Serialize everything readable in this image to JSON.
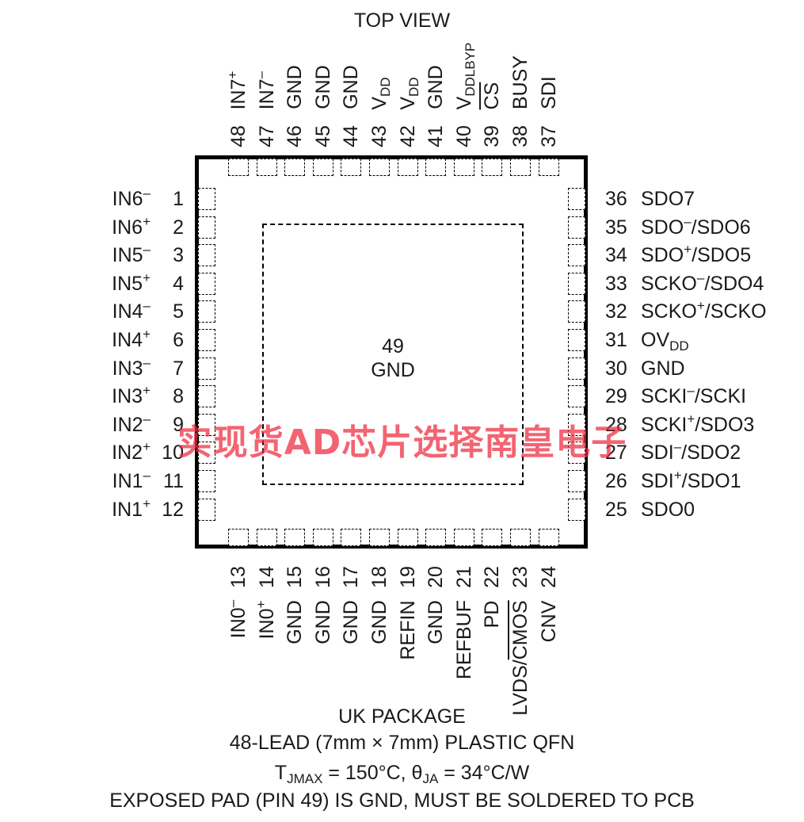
{
  "view_title": "TOP VIEW",
  "exposed_pad": {
    "number": "49",
    "name": "GND"
  },
  "left_pins": [
    {
      "num": "1",
      "base": "IN6",
      "sup": "–"
    },
    {
      "num": "2",
      "base": "IN6",
      "sup": "+"
    },
    {
      "num": "3",
      "base": "IN5",
      "sup": "–"
    },
    {
      "num": "4",
      "base": "IN5",
      "sup": "+"
    },
    {
      "num": "5",
      "base": "IN4",
      "sup": "–"
    },
    {
      "num": "6",
      "base": "IN4",
      "sup": "+"
    },
    {
      "num": "7",
      "base": "IN3",
      "sup": "–"
    },
    {
      "num": "8",
      "base": "IN3",
      "sup": "+"
    },
    {
      "num": "9",
      "base": "IN2",
      "sup": "–"
    },
    {
      "num": "10",
      "base": "IN2",
      "sup": "+"
    },
    {
      "num": "11",
      "base": "IN1",
      "sup": "–"
    },
    {
      "num": "12",
      "base": "IN1",
      "sup": "+"
    }
  ],
  "right_pins": [
    {
      "num": "36",
      "base": "SDO7"
    },
    {
      "num": "35",
      "base": "SDO",
      "sup": "–",
      "rest": "/SDO6"
    },
    {
      "num": "34",
      "base": "SDO",
      "sup": "+",
      "rest": "/SDO5"
    },
    {
      "num": "33",
      "base": "SCKO",
      "sup": "–",
      "rest": "/SDO4"
    },
    {
      "num": "32",
      "base": "SCKO",
      "sup": "+",
      "rest": "/SCKO"
    },
    {
      "num": "31",
      "base": "OV",
      "sub": "DD"
    },
    {
      "num": "30",
      "base": "GND"
    },
    {
      "num": "29",
      "base": "SCKI",
      "sup": "–",
      "rest": "/SCKI"
    },
    {
      "num": "28",
      "base": "SCKI",
      "sup": "+",
      "rest": "/SDO3"
    },
    {
      "num": "27",
      "base": "SDI",
      "sup": "–",
      "rest": "/SDO2"
    },
    {
      "num": "26",
      "base": "SDI",
      "sup": "+",
      "rest": "/SDO1"
    },
    {
      "num": "25",
      "base": "SDO0"
    }
  ],
  "top_pins": [
    {
      "num": "48",
      "base": "IN7",
      "sup": "+"
    },
    {
      "num": "47",
      "base": "IN7",
      "sup": "–"
    },
    {
      "num": "46",
      "base": "GND"
    },
    {
      "num": "45",
      "base": "GND"
    },
    {
      "num": "44",
      "base": "GND"
    },
    {
      "num": "43",
      "base": "V",
      "sub": "DD"
    },
    {
      "num": "42",
      "base": "V",
      "sub": "DD"
    },
    {
      "num": "41",
      "base": "GND"
    },
    {
      "num": "40",
      "base": "V",
      "sub": "DDLBYP"
    },
    {
      "num": "39",
      "over": "CS"
    },
    {
      "num": "38",
      "base": "BUSY"
    },
    {
      "num": "37",
      "base": "SDI"
    }
  ],
  "bottom_pins": [
    {
      "num": "13",
      "base": "IN0",
      "sup": "–"
    },
    {
      "num": "14",
      "base": "IN0",
      "sup": "+"
    },
    {
      "num": "15",
      "base": "GND"
    },
    {
      "num": "16",
      "base": "GND"
    },
    {
      "num": "17",
      "base": "GND"
    },
    {
      "num": "18",
      "base": "GND"
    },
    {
      "num": "19",
      "base": "REFIN"
    },
    {
      "num": "20",
      "base": "GND"
    },
    {
      "num": "21",
      "base": "REFBUF"
    },
    {
      "num": "22",
      "base": "PD"
    },
    {
      "num": "23",
      "base": "LVDS/",
      "over": "CMOS"
    },
    {
      "num": "24",
      "base": "CNV"
    }
  ],
  "package": {
    "name": "UK PACKAGE",
    "desc": "48-LEAD (7mm × 7mm) PLASTIC QFN",
    "thermal_t": "T",
    "thermal_t_sub": "JMAX",
    "thermal_mid": " = 150°C, θ",
    "thermal_theta_sub": "JA",
    "thermal_end": " = 34°C/W",
    "note": "EXPOSED PAD (PIN 49) IS GND, MUST BE SOLDERED TO PCB"
  },
  "watermark": "实现货AD芯片选择南皇电子"
}
